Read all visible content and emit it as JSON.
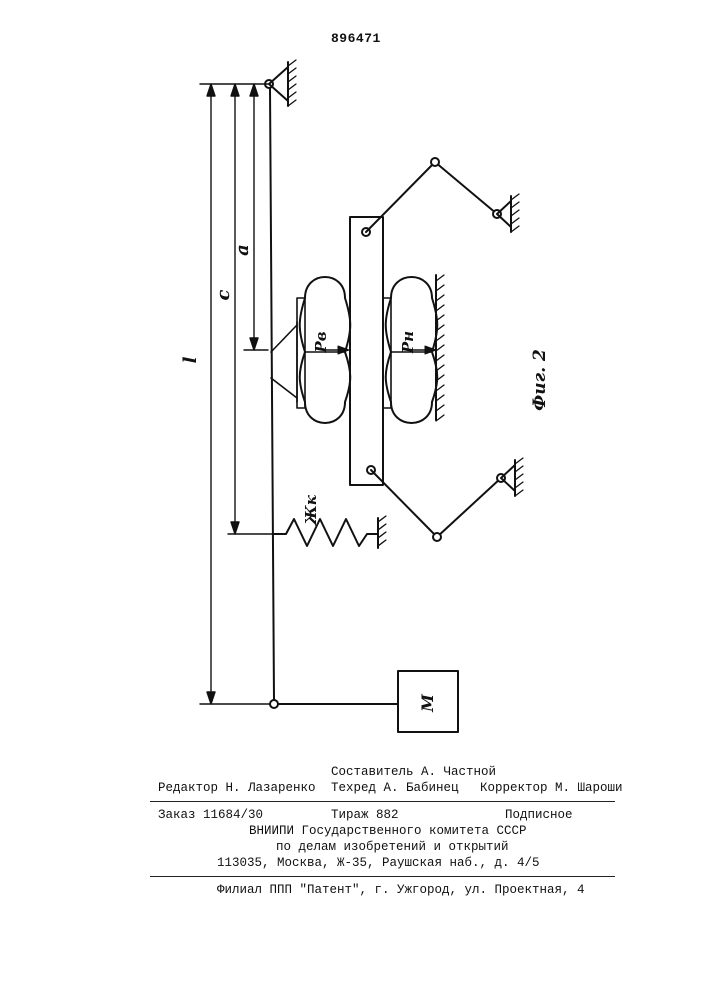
{
  "header": {
    "patent_number": "896471"
  },
  "figure": {
    "caption": "Фиг. 2",
    "labels": {
      "dim_l": "l",
      "dim_c": "c",
      "dim_a": "a",
      "pressure_upper": "Pв",
      "pressure_lower": "Pн",
      "spring": "Жк",
      "mass": "M"
    }
  },
  "imprint": {
    "compiler": "Составитель А. Частной",
    "editor": "Редактор Н. Лазаренко",
    "techred": "Техред А. Бабинец",
    "corrector": "Корректор М. Шароши",
    "order": "Заказ 11684/30",
    "circulation": "Тираж  882",
    "subscription": "Подписное",
    "institute_line": "ВНИИПИ Государственного комитета СССР",
    "affairs_line": "по делам изобретений и открытий",
    "address_line": "113035, Москва, Ж-35, Раушская наб., д. 4/5",
    "branch_line": "Филиал ППП \"Патент\", г. Ужгород, ул. Проектная, 4"
  }
}
